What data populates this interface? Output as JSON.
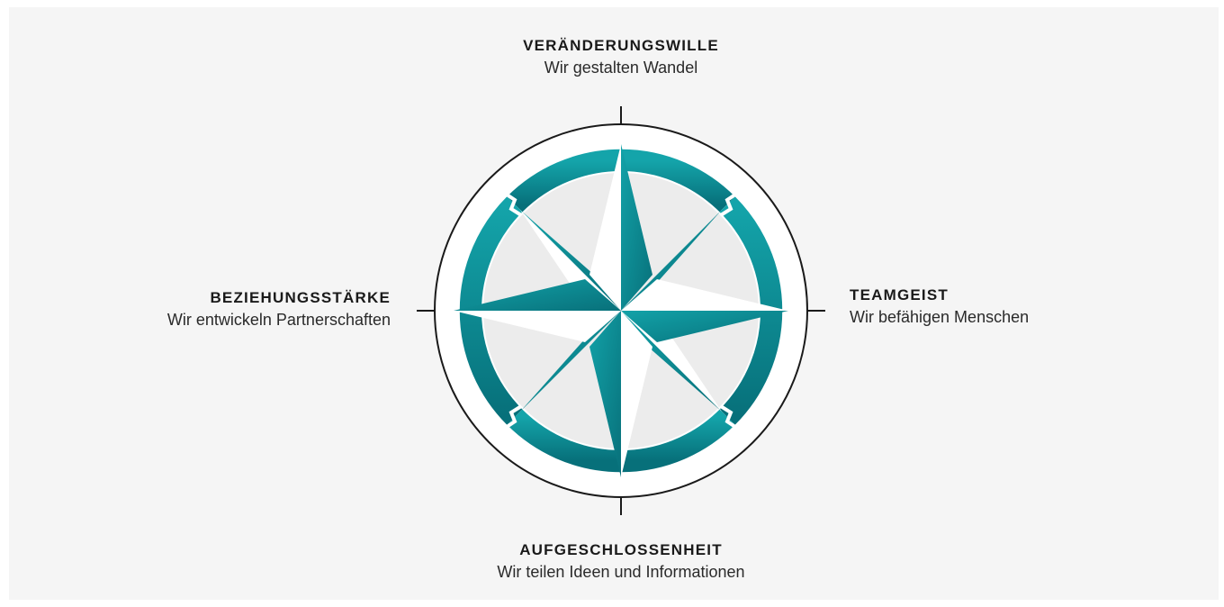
{
  "directions": {
    "top": {
      "title": "VERÄNDERUNGSWILLE",
      "subtitle": "Wir gestalten Wandel"
    },
    "right": {
      "title": "TEAMGEIST",
      "subtitle": "Wir befähigen Menschen"
    },
    "bottom": {
      "title": "AUFGESCHLOSSENHEIT",
      "subtitle": "Wir teilen Ideen und Informationen"
    },
    "left": {
      "title": "BEZIEHUNGSSTÄRKE",
      "subtitle": "Wir entwickeln Partnerschaften"
    }
  },
  "colors": {
    "background": "#f5f5f5",
    "teal": "#0d8b93",
    "teal_dark": "#0a6f78",
    "inner_disc": "#ececec",
    "outline": "#1a1a1a"
  },
  "icon": "compass-rose-icon"
}
